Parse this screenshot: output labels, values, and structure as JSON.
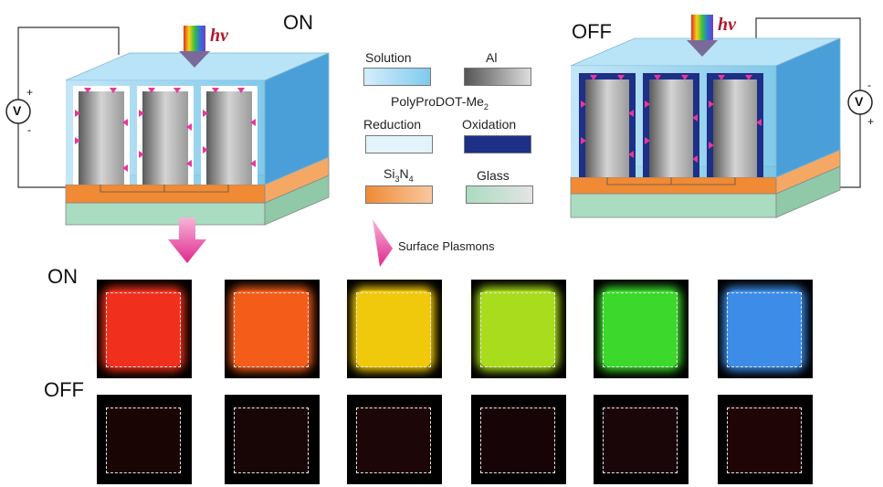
{
  "labels": {
    "on_top": "ON",
    "off_top": "OFF",
    "hv_left": "hν",
    "hv_right": "hν",
    "row_on": "ON",
    "row_off": "OFF",
    "surface_plasmons": "Surface Plasmons",
    "volt_left": "V",
    "volt_right": "V",
    "left_plus": "+",
    "left_minus": "-",
    "right_minus": "-",
    "right_plus": "+"
  },
  "legend": {
    "solution": "Solution",
    "al": "Al",
    "polymer_prefix": "PolyProDOT-Me",
    "polymer_sub": "2",
    "reduction": "Reduction",
    "oxidation": "Oxidation",
    "si": "Si",
    "si_sub1": "3",
    "n": "N",
    "si_sub2": "4",
    "glass": "Glass"
  },
  "colors": {
    "solution": "#8fd0ef",
    "al": "#8a8a8a",
    "reduction": "#e3f3fb",
    "oxidation": "#1d2f86",
    "si3n4": "#f08a34",
    "glass": "#a9dcc0",
    "arrow": "#e8379a"
  },
  "on_tiles": [
    "#f0301c",
    "#f45c1a",
    "#f0c80c",
    "#a8dc1c",
    "#3cd82c",
    "#3c8ce8"
  ],
  "off_tiles": [
    "#1a0505",
    "#180506",
    "#1c0607",
    "#170406",
    "#1a0509",
    "#200506"
  ]
}
